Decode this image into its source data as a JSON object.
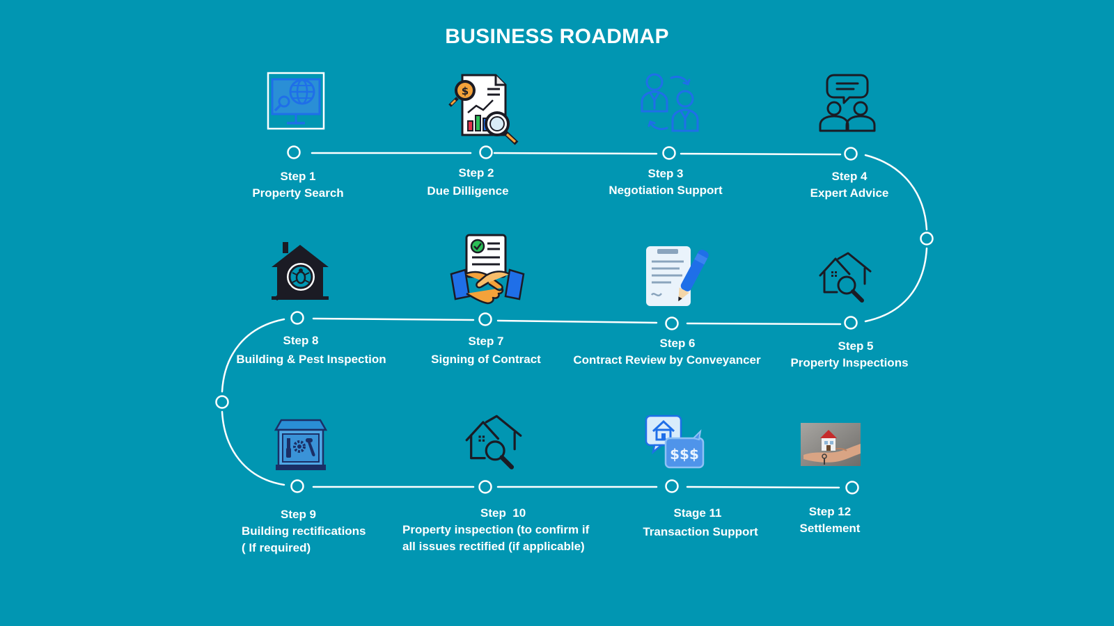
{
  "title": "BUSINESS ROADMAP",
  "colors": {
    "background": "#0196b2",
    "line": "#ffffff",
    "icon_blue": "#1f6fe8",
    "icon_dark": "#1b1b24",
    "accent_orange": "#f4a23a",
    "accent_green": "#2bbf57"
  },
  "steps": [
    {
      "step": "Step 1",
      "name": "Property Search",
      "icon": "monitor-globe-search-icon"
    },
    {
      "step": "Step 2",
      "name": "Due Dilligence",
      "icon": "report-magnifier-icon"
    },
    {
      "step": "Step 3",
      "name": "Negotiation Support",
      "icon": "two-people-exchange-icon"
    },
    {
      "step": "Step 4",
      "name": "Expert Advice",
      "icon": "people-chat-icon"
    },
    {
      "step": "Step 5",
      "name": "Property Inspections",
      "icon": "house-magnifier-icon"
    },
    {
      "step": "Step 6",
      "name": "Contract Review by Conveyancer",
      "icon": "document-pen-icon"
    },
    {
      "step": "Step 7",
      "name": "Signing of Contract",
      "icon": "handshake-document-icon"
    },
    {
      "step": "Step 8",
      "name": "Building & Pest Inspection",
      "icon": "house-bug-icon"
    },
    {
      "step": "Step 9",
      "name": "Building rectifications",
      "name2": "( If required)",
      "icon": "toolbox-house-icon"
    },
    {
      "step": "Step  10",
      "name": "Property inspection (to confirm if",
      "name2": "all issues rectified (if applicable)",
      "icon": "house-magnifier-icon"
    },
    {
      "step": "Stage 11",
      "name": "Transaction Support",
      "icon": "house-money-chat-icon"
    },
    {
      "step": "Step 12",
      "name": "Settlement",
      "icon": "house-in-hand-photo-icon"
    }
  ]
}
